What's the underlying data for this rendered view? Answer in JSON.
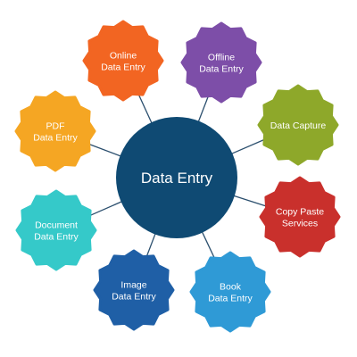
{
  "center": {
    "label": "Data Entry",
    "color": "#0f4a73"
  },
  "nodes": [
    {
      "id": "online",
      "lines": [
        "Online",
        "Data Entry"
      ],
      "color": "#f26522"
    },
    {
      "id": "offline",
      "lines": [
        "Offline",
        "Data Entry"
      ],
      "color": "#7d4ea8"
    },
    {
      "id": "data-capture",
      "lines": [
        "Data Capture"
      ],
      "color": "#8ea82a"
    },
    {
      "id": "copy-paste",
      "lines": [
        "Copy Paste",
        "Services"
      ],
      "color": "#c9302c"
    },
    {
      "id": "book",
      "lines": [
        "Book",
        "Data Entry"
      ],
      "color": "#2f9ad6"
    },
    {
      "id": "image",
      "lines": [
        "Image",
        "Data Entry"
      ],
      "color": "#1f5fa6"
    },
    {
      "id": "document",
      "lines": [
        "Document",
        "Data Entry"
      ],
      "color": "#35c9c9"
    },
    {
      "id": "pdf",
      "lines": [
        "PDF",
        "Data Entry"
      ],
      "color": "#f5a623"
    }
  ],
  "connector_color": "#2b4f6e"
}
